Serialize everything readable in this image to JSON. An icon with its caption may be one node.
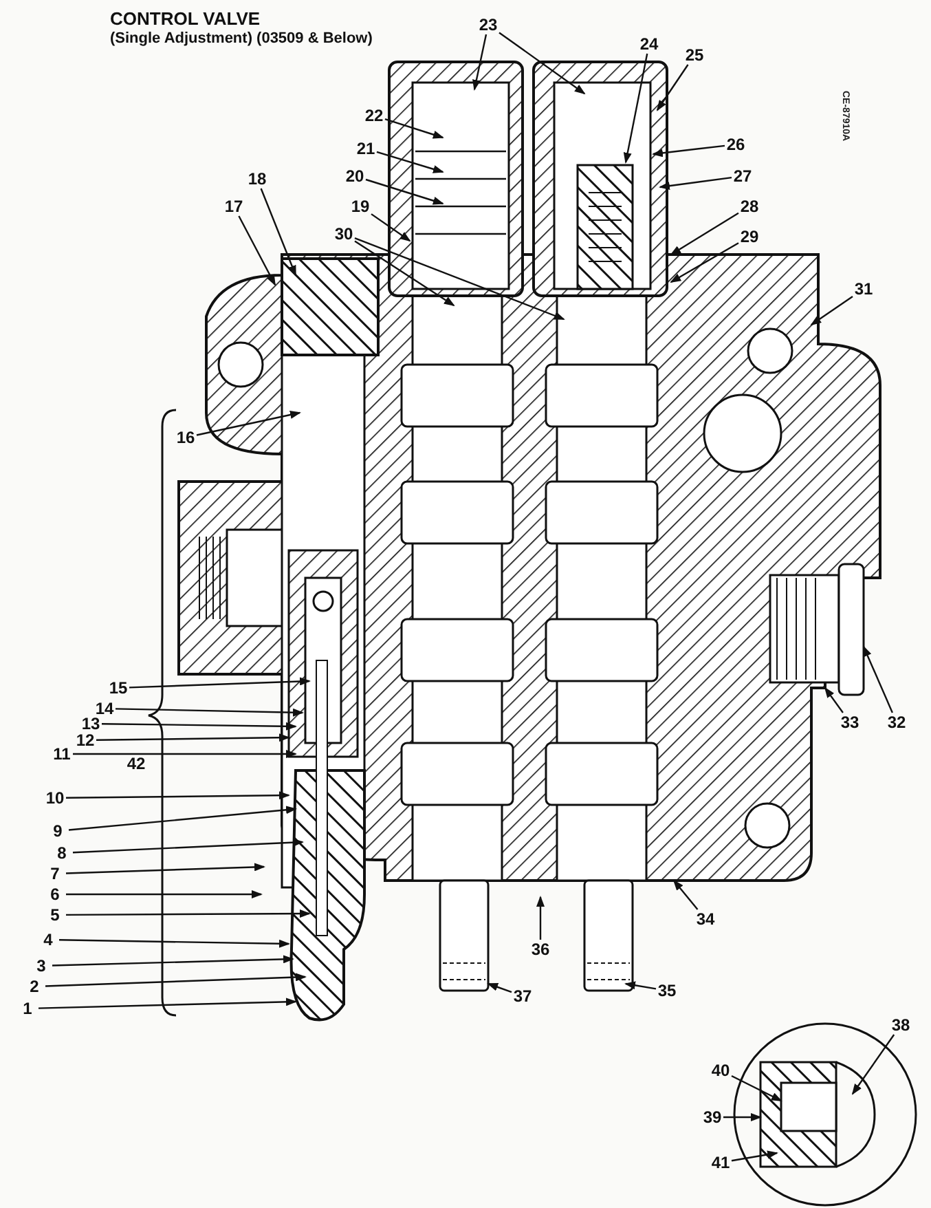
{
  "diagram": {
    "title": "CONTROL VALVE",
    "nodes": [
      {
        "text": [
          "1"
        ]
      },
      {
        "text": [
          "2"
        ]
      },
      {
        "text": [
          "3"
        ]
      },
      {
        "text": [
          "4"
        ]
      },
      {
        "text": [
          "5"
        ]
      },
      {
        "text": [
          "6"
        ]
      },
      {
        "text": [
          "7"
        ]
      },
      {
        "text": [
          "8"
        ]
      },
      {
        "text": [
          "9"
        ]
      },
      {
        "text": [
          "10"
        ]
      },
      {
        "text": [
          "11"
        ]
      },
      {
        "text": [
          "12"
        ]
      },
      {
        "text": [
          "13"
        ]
      },
      {
        "text": [
          "14"
        ]
      },
      {
        "text": [
          "15"
        ]
      },
      {
        "text": [
          "16"
        ]
      },
      {
        "text": [
          "17"
        ]
      },
      {
        "text": [
          "18"
        ]
      },
      {
        "text": [
          "19"
        ]
      },
      {
        "text": [
          "20"
        ]
      },
      {
        "text": [
          "21"
        ]
      },
      {
        "text": [
          "22"
        ]
      },
      {
        "text": [
          "23"
        ]
      },
      {
        "text": [
          "24"
        ]
      },
      {
        "text": [
          "25"
        ]
      },
      {
        "text": [
          "26"
        ]
      },
      {
        "text": [
          "27"
        ]
      },
      {
        "text": [
          "28"
        ]
      },
      {
        "text": [
          "29"
        ]
      },
      {
        "text": [
          "30"
        ]
      },
      {
        "text": [
          "31"
        ]
      },
      {
        "text": [
          "32"
        ]
      },
      {
        "text": [
          "33"
        ]
      },
      {
        "text": [
          "34"
        ]
      },
      {
        "text": [
          "35"
        ]
      },
      {
        "text": [
          "36"
        ]
      },
      {
        "text": [
          "37"
        ]
      },
      {
        "text": [
          "38"
        ]
      },
      {
        "text": [
          "39"
        ]
      },
      {
        "text": [
          "40"
        ]
      },
      {
        "text": [
          "41"
        ]
      }
    ],
    "edges": [
      {
        "from": 0,
        "to": null,
        "arrow": "to"
      },
      {
        "from": 1,
        "to": null,
        "arrow": "to"
      },
      {
        "from": 2,
        "to": null,
        "arrow": "to"
      },
      {
        "from": 3,
        "to": null,
        "arrow": "to"
      },
      {
        "from": 4,
        "to": null,
        "arrow": "to"
      },
      {
        "from": 5,
        "to": null,
        "arrow": "to"
      },
      {
        "from": 6,
        "to": null,
        "arrow": "to"
      },
      {
        "from": 7,
        "to": null,
        "arrow": "to"
      },
      {
        "from": 8,
        "to": null,
        "arrow": "to"
      },
      {
        "from": 9,
        "to": null,
        "arrow": "to"
      },
      {
        "from": 10,
        "to": null,
        "arrow": "to"
      },
      {
        "from": 11,
        "to": null,
        "arrow": "to"
      },
      {
        "from": 12,
        "to": null,
        "arrow": "to"
      },
      {
        "from": 13,
        "to": null,
        "arrow": "to"
      },
      {
        "from": 14,
        "to": null,
        "arrow": "to"
      },
      {
        "from": 15,
        "to": null,
        "arrow": "to"
      },
      {
        "from": 16,
        "to": null,
        "arrow": "to"
      },
      {
        "from": 17,
        "to": null,
        "arrow": "to"
      },
      {
        "from": 18,
        "to": null,
        "arrow": "to"
      },
      {
        "from": 19,
        "to": null,
        "arrow": "to"
      },
      {
        "from": 20,
        "to": null,
        "arrow": "to"
      },
      {
        "from": 21,
        "to": null,
        "arrow": "to"
      },
      {
        "from": 22,
        "to": null,
        "arrow": "to"
      },
      {
        "from": 22,
        "to": null,
        "arrow": "to"
      },
      {
        "from": 23,
        "to": null,
        "arrow": "to"
      },
      {
        "from": 24,
        "to": null,
        "arrow": "to"
      },
      {
        "from": 25,
        "to": null,
        "arrow": "to"
      },
      {
        "from": 26,
        "to": null,
        "arrow": "to"
      },
      {
        "from": 27,
        "to": null,
        "arrow": "to"
      },
      {
        "from": 28,
        "to": null,
        "arrow": "to"
      },
      {
        "from": 29,
        "to": null,
        "arrow": "to"
      },
      {
        "from": 29,
        "to": null,
        "arrow": "to"
      },
      {
        "from": 30,
        "to": null,
        "arrow": "to"
      },
      {
        "from": 31,
        "to": null,
        "arrow": "to"
      },
      {
        "from": 32,
        "to": null,
        "arrow": "to"
      },
      {
        "from": 33,
        "to": null,
        "arrow": "to"
      },
      {
        "from": 34,
        "to": null,
        "arrow": "to"
      },
      {
        "from": 35,
        "to": null,
        "arrow": "to"
      },
      {
        "from": 36,
        "to": null,
        "arrow": "to"
      },
      {
        "from": 37,
        "to": null,
        "arrow": "to"
      },
      {
        "from": 38,
        "to": null,
        "arrow": "to"
      },
      {
        "from": 39,
        "to": null,
        "arrow": "to"
      },
      {
        "from": 40,
        "to": null,
        "arrow": "to"
      }
    ],
    "labels": [
      "(Single Adjustment) (03509 & Below)",
      "42",
      "CE-87910A"
    ]
  }
}
